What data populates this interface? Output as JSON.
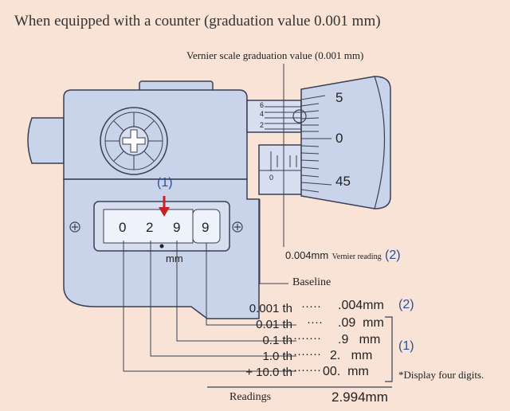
{
  "heading": "When equipped with a counter (graduation value 0.001 mm)",
  "vernier_label": "Vernier scale graduation value (0.001 mm)",
  "vernier_ticks": [
    "6",
    "4",
    "2",
    "0"
  ],
  "thimble_marks": [
    "5",
    "0",
    "45"
  ],
  "counter": {
    "digits": [
      "0",
      "2",
      "9",
      "9"
    ],
    "unit": "mm",
    "callout": "(1)"
  },
  "vernier_reading": {
    "value": "0.004mm",
    "label": "Vernier reading",
    "callout": "(2)"
  },
  "baseline_label": "Baseline",
  "readings_rows": [
    {
      "place": "0.001 th",
      "dots": "·····",
      "value": ".004mm"
    },
    {
      "place": "0.01 th",
      "dots": "····",
      "value": ".09  mm"
    },
    {
      "place": "0.1 th",
      "dots": "·······",
      "value": ".9   mm"
    },
    {
      "place": "1.0 th",
      "dots": "·······",
      "value": "2.   mm"
    },
    {
      "place": "+ 10.0 th",
      "dots": "·······",
      "value": "00.  mm"
    }
  ],
  "bracket_top": "(2)",
  "bracket_bottom": "(1)",
  "display_note": "*Display four digits.",
  "total_label": "Readings",
  "total_value": "2.994mm",
  "colors": {
    "background": "#f8e3d6",
    "body_fill": "#c9d3ea",
    "outline": "#3b3f52",
    "accent_red": "#c8202a",
    "accent_blue": "#2a4f9a"
  }
}
